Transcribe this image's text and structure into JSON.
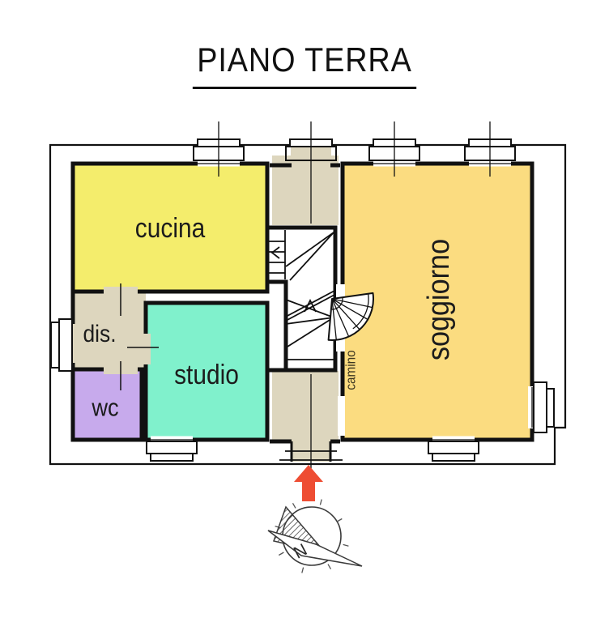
{
  "title": "PIANO TERRA",
  "rooms": {
    "cucina": "cucina",
    "soggiorno": "soggiorno",
    "studio": "studio",
    "dis": "dis.",
    "wc": "wc",
    "camino": "camino"
  },
  "compass": {
    "north_label": "N"
  },
  "colors": {
    "cucina": "#F4ED6C",
    "soggiorno": "#FBDC80",
    "studio": "#80F1CC",
    "wc": "#C7AAEC",
    "hallway": "#DDD6BE",
    "wall": "#111111",
    "entrance_arrow": "#EE4D33"
  }
}
